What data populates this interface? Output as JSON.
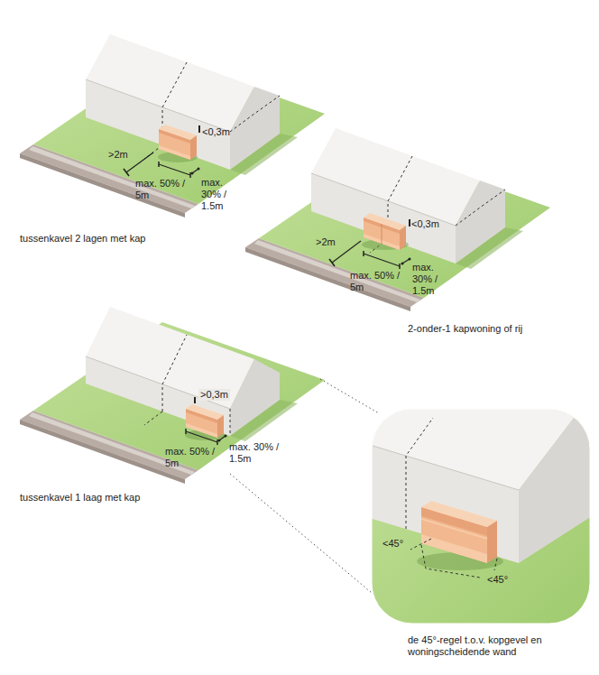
{
  "diagram": {
    "labels": [
      "<0,3m",
      ">2m",
      "max. 50% / 5m",
      "max. 30% / 1.5m",
      "tussenkavel 2 lagen met kap",
      "<0,3m",
      ">2m",
      "max. 50% / 5m",
      "max. 30% / 1.5m",
      "2-onder-1 kapwoning of rij",
      ">0,3m",
      "max. 50% / 5m",
      "max. 30% / 1.5m",
      "tussenkavel 1 laag met kap",
      "<45°",
      "<45°",
      "de 45°-regel t.o.v. kopgevel en woningscheidende wand"
    ]
  }
}
